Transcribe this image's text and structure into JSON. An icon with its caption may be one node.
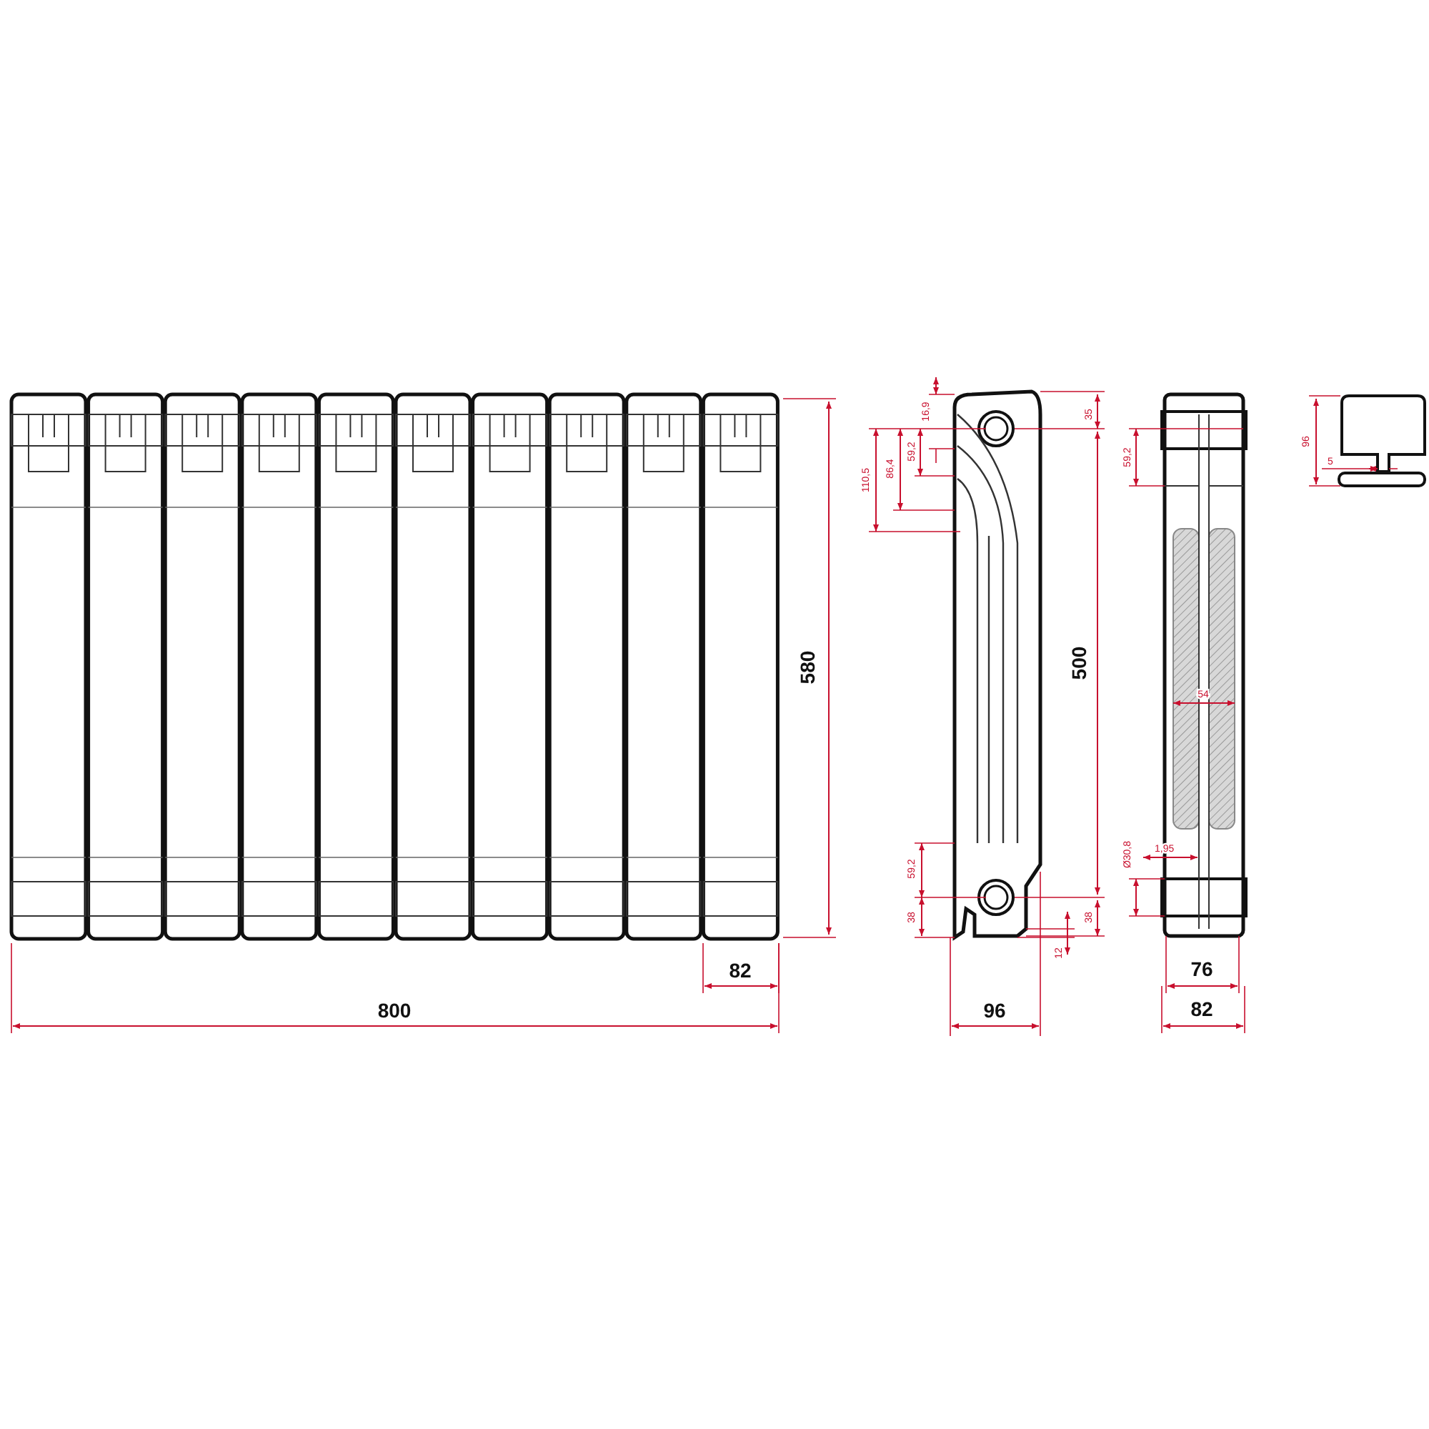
{
  "diagram": {
    "labels": [
      "580",
      "82",
      "800",
      "16,9",
      "110,5",
      "86,4",
      "59,2",
      "35",
      "500",
      "59,2",
      "38",
      "12",
      "38",
      "96",
      "59,2",
      "54",
      "1,95",
      "Ø30,8",
      "76",
      "82",
      "96",
      "5"
    ]
  }
}
